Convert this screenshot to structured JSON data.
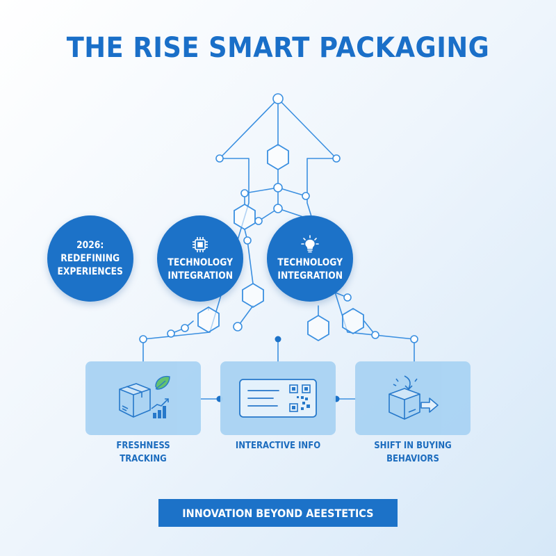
{
  "title": "THE RISE SMART PACKAGING",
  "circles": [
    {
      "text": "2026:\nREDEFINING\nEXPERIENCES"
    },
    {
      "text": "TECHNOLOGY\nINTEGRATION",
      "icon": "chip-icon"
    },
    {
      "text": "TECHNOLOGY\nINTEGRATION",
      "icon": "lightbulb-icon"
    }
  ],
  "cards": [
    {
      "label": "FRESHNESS\nTRACKING",
      "icon": "box-leaf-growth-icon"
    },
    {
      "label": "INTERACTIVE INFO",
      "icon": "qr-card-icon"
    },
    {
      "label": "SHIFT IN BUYING\nBEHAVIORS",
      "icon": "box-arrow-icon"
    }
  ],
  "banner": "INNOVATION BEYOND AEESTETICS",
  "colors": {
    "primary": "#1c72c8",
    "card": "#a9d3f3",
    "line": "#3a8fe0"
  }
}
